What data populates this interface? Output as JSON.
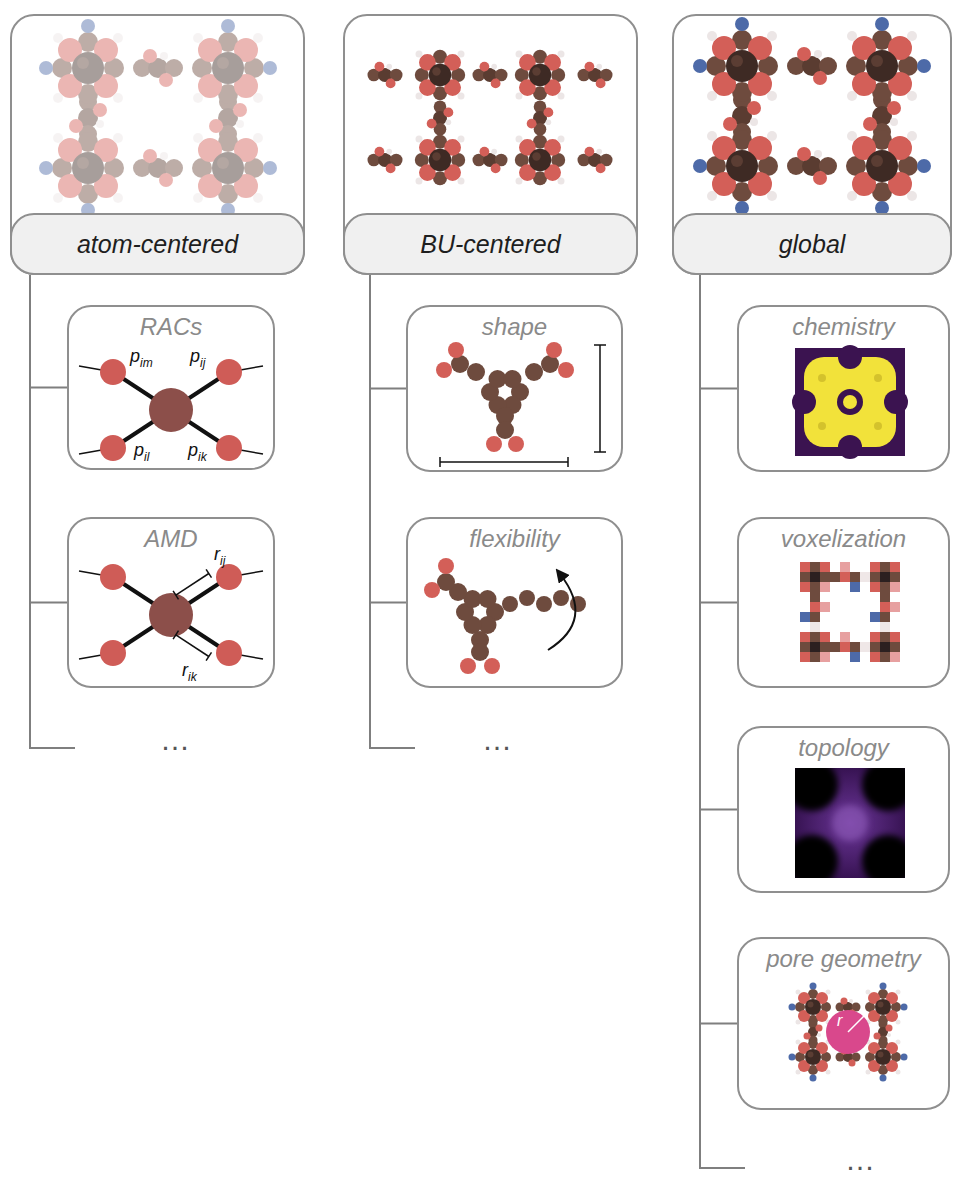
{
  "diagram": {
    "nodes": [
      {
        "text": [
          "atom-centered"
        ]
      },
      {
        "text": [
          "BU-centered"
        ]
      },
      {
        "text": [
          "global"
        ]
      },
      {
        "text": [
          "RACs"
        ]
      },
      {
        "text": [
          "AMD"
        ]
      },
      {
        "text": [
          "shape"
        ]
      },
      {
        "text": [
          "flexibility"
        ]
      },
      {
        "text": [
          "chemistry"
        ]
      },
      {
        "text": [
          "voxelization"
        ]
      },
      {
        "text": [
          "topology"
        ]
      },
      {
        "text": [
          "pore geometry"
        ]
      }
    ],
    "edges": [
      {
        "from": 0,
        "to": 3,
        "arrow": "none"
      },
      {
        "from": 0,
        "to": 4,
        "arrow": "none"
      },
      {
        "from": 1,
        "to": 5,
        "arrow": "none"
      },
      {
        "from": 1,
        "to": 6,
        "arrow": "none"
      },
      {
        "from": 2,
        "to": 7,
        "arrow": "none"
      },
      {
        "from": 2,
        "to": 8,
        "arrow": "none"
      },
      {
        "from": 2,
        "to": 9,
        "arrow": "none"
      },
      {
        "from": 2,
        "to": 10,
        "arrow": "none"
      }
    ],
    "labels": [
      "pim",
      "pij",
      "pil",
      "pik",
      "rij",
      "rik",
      "r",
      "…",
      "…",
      "…"
    ]
  }
}
